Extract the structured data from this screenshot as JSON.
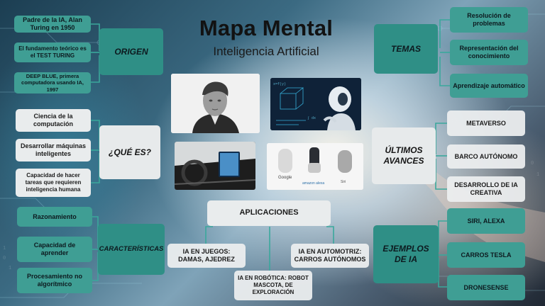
{
  "title": "Mapa Mental",
  "subtitle": "Inteligencia Artificial",
  "origen": {
    "hub": "ORIGEN",
    "items": [
      "Padre de la IA, Alan Turing en 1950",
      "El fundamento teórico es el TEST TURING",
      "DEEP BLUE, primera computadora usando IA, 1997"
    ]
  },
  "que_es": {
    "hub": "¿QUÉ ES?",
    "items": [
      "Ciencia de la computación",
      "Desarrollar máquinas inteligentes",
      "Capacidad de hacer tareas que requieren inteligencia humana"
    ]
  },
  "caracteristicas": {
    "hub": "CARACTERÍSTICAS",
    "items": [
      "Razonamiento",
      "Capacidad de aprender",
      "Procesamiento no algorítmico"
    ]
  },
  "temas": {
    "hub": "TEMAS",
    "items": [
      "Resolución de problemas",
      "Representación del conocimiento",
      "Aprendizaje automático"
    ]
  },
  "ultimos_avances": {
    "hub": "ÚLTIMOS AVANCES",
    "items": [
      "METAVERSO",
      "BARCO AUTÓNOMO",
      "DESARROLLO DE IA CREATIVA"
    ]
  },
  "ejemplos": {
    "hub": "EJEMPLOS DE IA",
    "items": [
      "SIRI, ALEXA",
      "CARROS TESLA",
      "DRONESENSE"
    ]
  },
  "aplicaciones": {
    "hub": "APLICACIONES",
    "items": [
      "IA EN JUEGOS: DAMAS, AJEDREZ",
      "IA EN ROBÓTICA: ROBOT MASCOTA, DE EXPLORACIÓN",
      "IA EN AUTOMOTRIZ: CARROS AUTÓNOMOS"
    ]
  },
  "speakers": {
    "google": "Google",
    "alexa": "amazon alexa",
    "siri": "Siri"
  },
  "colors": {
    "teal": "#3f9e94",
    "light": "#e9eced",
    "connector": "#3aa89c"
  }
}
